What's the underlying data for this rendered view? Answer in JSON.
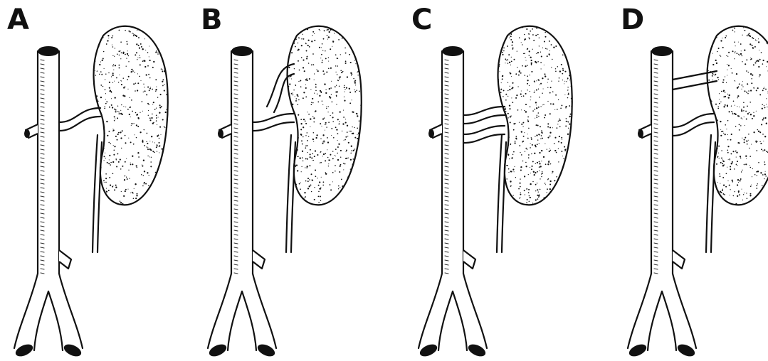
{
  "figure": {
    "panels": [
      {
        "label": "A",
        "variant": "single-artery"
      },
      {
        "label": "B",
        "variant": "branching-upper-artery"
      },
      {
        "label": "C",
        "variant": "double-artery"
      },
      {
        "label": "D",
        "variant": "upper-accessory-artery"
      }
    ]
  }
}
